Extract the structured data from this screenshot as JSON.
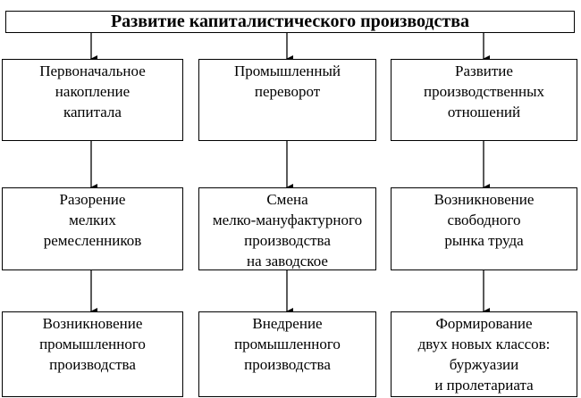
{
  "title": "Развитие капиталистического производства",
  "columns": [
    {
      "top": [
        "Первоначальное",
        "накопление",
        "капитала"
      ],
      "middle": [
        "Разорение",
        "мелких",
        "ремесленников"
      ],
      "bottom": [
        "Возникновение",
        "промышленного",
        "производства"
      ]
    },
    {
      "top": [
        "Промышленный",
        "переворот"
      ],
      "middle": [
        "Смена",
        "мелко-мануфактурного",
        "производства",
        "на заводское"
      ],
      "bottom": [
        "Внедрение",
        "промышленного",
        "производства"
      ]
    },
    {
      "top": [
        "Развитие",
        "производственных",
        "отношений"
      ],
      "middle": [
        "Возникновение",
        "свободного",
        "рынка труда"
      ],
      "bottom": [
        "Формирование",
        "двух новых классов:",
        "буржуазии",
        "и пролетариата"
      ]
    }
  ]
}
